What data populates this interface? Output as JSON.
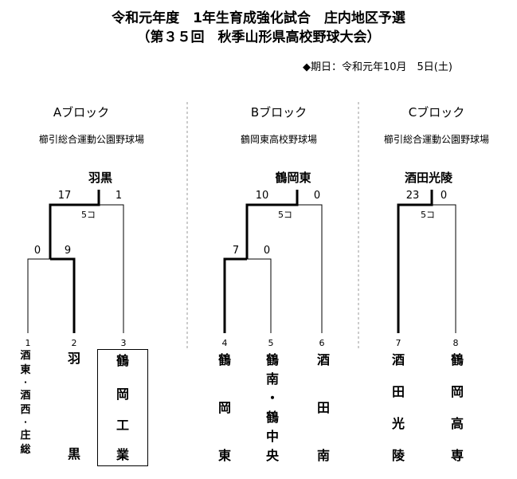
{
  "header": {
    "title": "令和元年度　1年生育成強化試合　庄内地区予選",
    "subtitle": "（第３５回　秋季山形県高校野球大会）",
    "date": "◆期日：令和元年10月　5日(土)"
  },
  "blocks": [
    {
      "name": "Aブロック",
      "venue": "櫛引総合運動公園野球場",
      "winner": "羽黒",
      "final": {
        "left_score": "17",
        "right_score": "1",
        "innings": "5コ"
      },
      "semi": {
        "left_score": "0",
        "right_score": "9"
      }
    },
    {
      "name": "Bブロック",
      "venue": "鶴岡東高校野球場",
      "winner": "鶴岡東",
      "final": {
        "left_score": "10",
        "right_score": "0",
        "innings": "5コ"
      },
      "semi": {
        "left_score": "7",
        "right_score": "0"
      }
    },
    {
      "name": "Cブロック",
      "venue": "櫛引総合運動公園野球場",
      "winner": "酒田光陵",
      "final": {
        "left_score": "23",
        "right_score": "0",
        "innings": "5コ"
      }
    }
  ],
  "teams": [
    {
      "num": "1",
      "chars": [
        "酒",
        "東",
        "・",
        "酒",
        "西",
        "・",
        "庄",
        "総"
      ]
    },
    {
      "num": "2",
      "chars": [
        "羽",
        "黒"
      ]
    },
    {
      "num": "3",
      "chars": [
        "鶴",
        "岡",
        "工",
        "業"
      ]
    },
    {
      "num": "4",
      "chars": [
        "鶴",
        "岡",
        "東"
      ]
    },
    {
      "num": "5",
      "chars": [
        "鶴",
        "南",
        "・",
        "鶴",
        "中",
        "央"
      ]
    },
    {
      "num": "6",
      "chars": [
        "酒",
        "田",
        "南"
      ]
    },
    {
      "num": "7",
      "chars": [
        "酒",
        "田",
        "光",
        "陵"
      ]
    },
    {
      "num": "8",
      "chars": [
        "鶴",
        "岡",
        "高",
        "専"
      ]
    }
  ]
}
